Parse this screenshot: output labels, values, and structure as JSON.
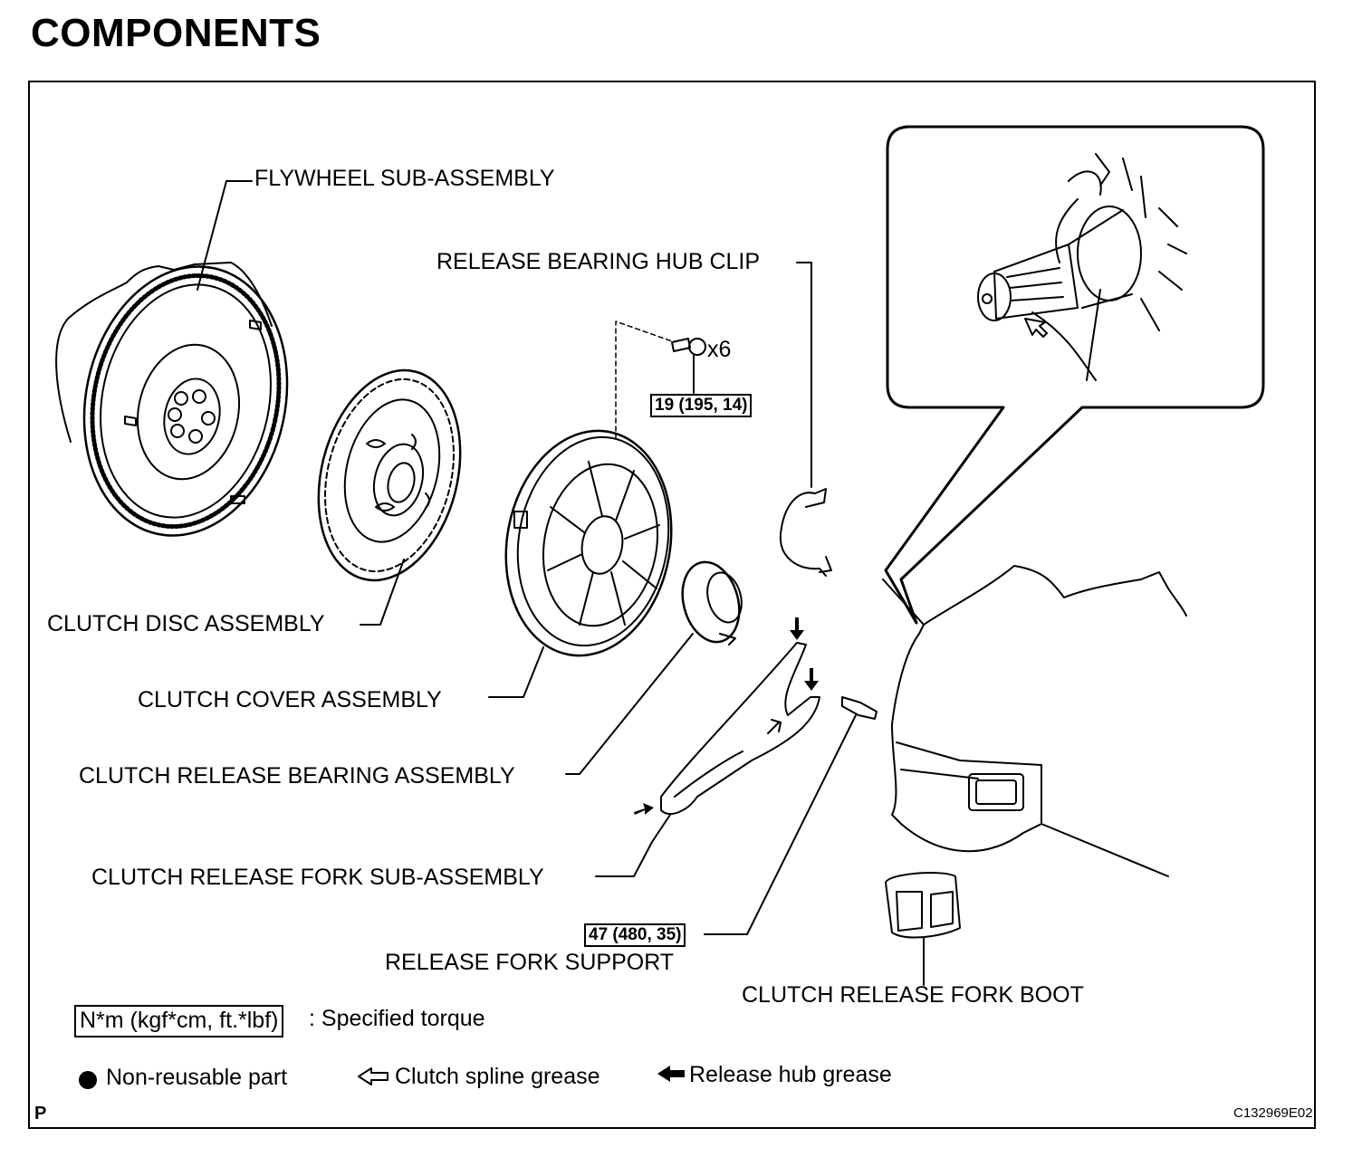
{
  "title": "COMPONENTS",
  "labels": {
    "flywheel": "FLYWHEEL SUB-ASSEMBLY",
    "hub_clip": "RELEASE BEARING HUB CLIP",
    "clutch_disc": "CLUTCH DISC ASSEMBLY",
    "clutch_cover": "CLUTCH COVER ASSEMBLY",
    "release_bearing": "CLUTCH RELEASE BEARING ASSEMBLY",
    "release_fork": "CLUTCH RELEASE FORK SUB-ASSEMBLY",
    "fork_support": "RELEASE FORK SUPPORT",
    "fork_boot": "CLUTCH RELEASE FORK BOOT"
  },
  "bolt_quantity": "x6",
  "torque": {
    "cover_bolts": "19 (195, 14)",
    "fork_support": "47 (480, 35)"
  },
  "legend": {
    "torque_units": "N*m (kgf*cm, ft.*lbf)",
    "torque_desc": ": Specified torque",
    "non_reusable": "Non-reusable part",
    "spline_grease": "Clutch spline grease",
    "hub_grease": "Release hub grease"
  },
  "corner_mark": "P",
  "figure_code": "C132969E02"
}
